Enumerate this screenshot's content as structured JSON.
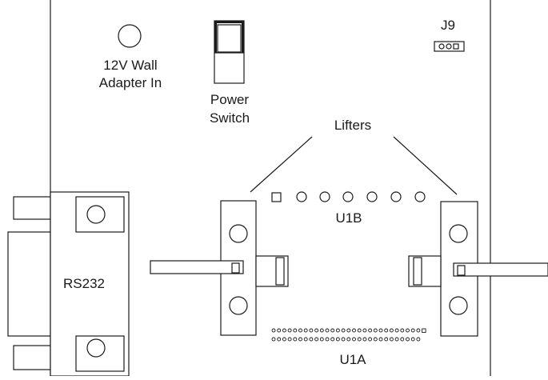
{
  "labels": {
    "wall_adapter_line1": "12V Wall",
    "wall_adapter_line2": "Adapter In",
    "power_line1": "Power",
    "power_line2": "Switch",
    "connector": "J9",
    "lifters": "Lifters",
    "upper_socket": "U1B",
    "lower_socket": "U1A",
    "serial_port": "RS232"
  }
}
